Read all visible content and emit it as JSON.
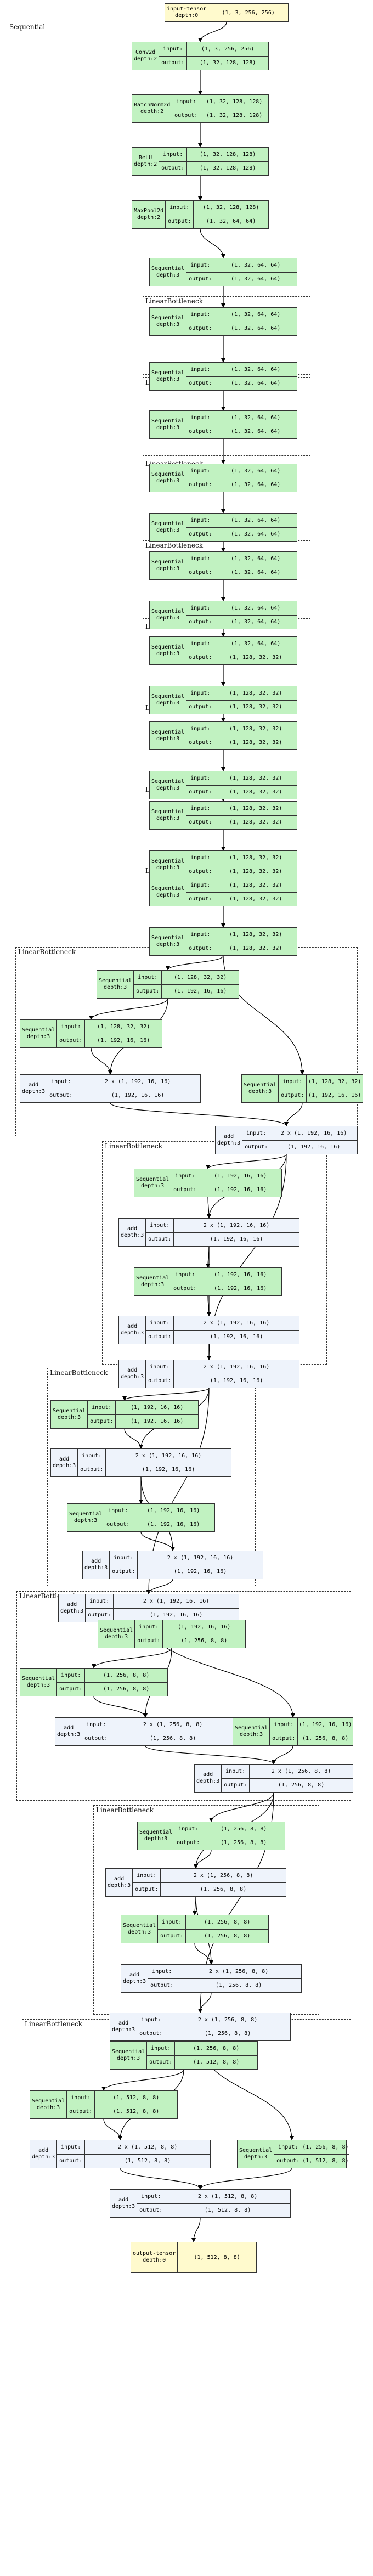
{
  "labels": {
    "input_lbl": "input:",
    "output_lbl": "output:",
    "depth_prefix": "depth:",
    "depth_line": ""
  },
  "clusters": [
    {
      "id": "c0",
      "label": "Sequential"
    },
    {
      "id": "c1",
      "label": "LinearBottleneck"
    },
    {
      "id": "c2",
      "label": "LinearBottleneck"
    },
    {
      "id": "c3",
      "label": "LinearBottleneck"
    },
    {
      "id": "c4",
      "label": "LinearBottleneck"
    },
    {
      "id": "c5",
      "label": "LinearBottleneck"
    },
    {
      "id": "c6",
      "label": "LinearBottleneck"
    },
    {
      "id": "c7",
      "label": "LinearBottleneck"
    },
    {
      "id": "c8",
      "label": "LinearBottleneck"
    },
    {
      "id": "c9",
      "label": "LinearBottleneck"
    },
    {
      "id": "c10",
      "label": "LinearBottleneck"
    },
    {
      "id": "c11",
      "label": "LinearBottleneck"
    },
    {
      "id": "c12",
      "label": "LinearBottleneck"
    },
    {
      "id": "c13",
      "label": "LinearBottleneck"
    },
    {
      "id": "c14",
      "label": "LinearBottleneck"
    }
  ],
  "nodes": [
    {
      "id": "in",
      "kind": "tensor",
      "name": "input-tensor",
      "depth": "depth:0",
      "value": "(1, 3, 256, 256)"
    },
    {
      "id": "n1",
      "kind": "mod",
      "name": "Conv2d",
      "depth": "depth:2",
      "input": "(1, 3, 256, 256)",
      "output": "(1, 32, 128, 128)"
    },
    {
      "id": "n2",
      "kind": "mod",
      "name": "BatchNorm2d",
      "depth": "depth:2",
      "input": "(1, 32, 128, 128)",
      "output": "(1, 32, 128, 128)"
    },
    {
      "id": "n3",
      "kind": "mod",
      "name": "ReLU",
      "depth": "depth:2",
      "input": "(1, 32, 128, 128)",
      "output": "(1, 32, 128, 128)"
    },
    {
      "id": "n4",
      "kind": "mod",
      "name": "MaxPool2d",
      "depth": "depth:2",
      "input": "(1, 32, 128, 128)",
      "output": "(1, 32, 64, 64)"
    },
    {
      "id": "n5",
      "kind": "mod",
      "name": "Sequential",
      "depth": "depth:3",
      "input": "(1, 32, 64, 64)",
      "output": "(1, 32, 64, 64)"
    },
    {
      "id": "n6",
      "kind": "mod",
      "name": "Sequential",
      "depth": "depth:3",
      "input": "(1, 32, 64, 64)",
      "output": "(1, 32, 64, 64)"
    },
    {
      "id": "n7",
      "kind": "mod",
      "name": "Sequential",
      "depth": "depth:3",
      "input": "(1, 32, 64, 64)",
      "output": "(1, 32, 64, 64)"
    },
    {
      "id": "n8",
      "kind": "mod",
      "name": "Sequential",
      "depth": "depth:3",
      "input": "(1, 32, 64, 64)",
      "output": "(1, 32, 64, 64)"
    },
    {
      "id": "n9",
      "kind": "mod",
      "name": "Sequential",
      "depth": "depth:3",
      "input": "(1, 32, 64, 64)",
      "output": "(1, 32, 64, 64)"
    },
    {
      "id": "n10",
      "kind": "mod",
      "name": "Sequential",
      "depth": "depth:3",
      "input": "(1, 32, 64, 64)",
      "output": "(1, 32, 64, 64)"
    },
    {
      "id": "n11",
      "kind": "mod",
      "name": "Sequential",
      "depth": "depth:3",
      "input": "(1, 32, 64, 64)",
      "output": "(1, 32, 64, 64)"
    },
    {
      "id": "n12",
      "kind": "mod",
      "name": "Sequential",
      "depth": "depth:3",
      "input": "(1, 32, 64, 64)",
      "output": "(1, 32, 64, 64)"
    },
    {
      "id": "n13",
      "kind": "mod",
      "name": "Sequential",
      "depth": "depth:3",
      "input": "(1, 32, 64, 64)",
      "output": "(1, 128, 32, 32)"
    },
    {
      "id": "n14",
      "kind": "mod",
      "name": "Sequential",
      "depth": "depth:3",
      "input": "(1, 128, 32, 32)",
      "output": "(1, 128, 32, 32)"
    },
    {
      "id": "n15",
      "kind": "mod",
      "name": "Sequential",
      "depth": "depth:3",
      "input": "(1, 128, 32, 32)",
      "output": "(1, 128, 32, 32)"
    },
    {
      "id": "n16",
      "kind": "mod",
      "name": "Sequential",
      "depth": "depth:3",
      "input": "(1, 128, 32, 32)",
      "output": "(1, 128, 32, 32)"
    },
    {
      "id": "n17",
      "kind": "mod",
      "name": "Sequential",
      "depth": "depth:3",
      "input": "(1, 128, 32, 32)",
      "output": "(1, 128, 32, 32)"
    },
    {
      "id": "n18",
      "kind": "mod",
      "name": "Sequential",
      "depth": "depth:3",
      "input": "(1, 128, 32, 32)",
      "output": "(1, 128, 32, 32)"
    },
    {
      "id": "n19",
      "kind": "mod",
      "name": "Sequential",
      "depth": "depth:3",
      "input": "(1, 128, 32, 32)",
      "output": "(1, 128, 32, 32)"
    },
    {
      "id": "n20",
      "kind": "mod",
      "name": "Sequential",
      "depth": "depth:3",
      "input": "(1, 128, 32, 32)",
      "output": "(1, 128, 32, 32)"
    },
    {
      "id": "n21",
      "kind": "mod",
      "name": "Sequential",
      "depth": "depth:3",
      "input": "(1, 128, 32, 32)",
      "output": "(1, 192, 16, 16)"
    },
    {
      "id": "n22",
      "kind": "mod",
      "name": "Sequential",
      "depth": "depth:3",
      "input": "(1, 128, 32, 32)",
      "output": "(1, 192, 16, 16)"
    },
    {
      "id": "n23",
      "kind": "fn",
      "name": "add",
      "depth": "depth:3",
      "input": "2 x (1, 192, 16, 16)",
      "output": "(1, 192, 16, 16)"
    },
    {
      "id": "n24",
      "kind": "mod",
      "name": "Sequential",
      "depth": "depth:3",
      "input": "(1, 128, 32, 32)",
      "output": "(1, 192, 16, 16)"
    },
    {
      "id": "n25",
      "kind": "fn",
      "name": "add",
      "depth": "depth:3",
      "input": "2 x (1, 192, 16, 16)",
      "output": "(1, 192, 16, 16)"
    },
    {
      "id": "n26",
      "kind": "mod",
      "name": "Sequential",
      "depth": "depth:3",
      "input": "(1, 192, 16, 16)",
      "output": "(1, 192, 16, 16)"
    },
    {
      "id": "n27",
      "kind": "fn",
      "name": "add",
      "depth": "depth:3",
      "input": "2 x (1, 192, 16, 16)",
      "output": "(1, 192, 16, 16)"
    },
    {
      "id": "n28",
      "kind": "mod",
      "name": "Sequential",
      "depth": "depth:3",
      "input": "(1, 192, 16, 16)",
      "output": "(1, 192, 16, 16)"
    },
    {
      "id": "n29",
      "kind": "fn",
      "name": "add",
      "depth": "depth:3",
      "input": "2 x (1, 192, 16, 16)",
      "output": "(1, 192, 16, 16)"
    },
    {
      "id": "n30",
      "kind": "fn",
      "name": "add",
      "depth": "depth:3",
      "input": "2 x (1, 192, 16, 16)",
      "output": "(1, 192, 16, 16)"
    },
    {
      "id": "n31",
      "kind": "mod",
      "name": "Sequential",
      "depth": "depth:3",
      "input": "(1, 192, 16, 16)",
      "output": "(1, 192, 16, 16)"
    },
    {
      "id": "n32",
      "kind": "fn",
      "name": "add",
      "depth": "depth:3",
      "input": "2 x (1, 192, 16, 16)",
      "output": "(1, 192, 16, 16)"
    },
    {
      "id": "n33",
      "kind": "mod",
      "name": "Sequential",
      "depth": "depth:3",
      "input": "(1, 192, 16, 16)",
      "output": "(1, 192, 16, 16)"
    },
    {
      "id": "n34",
      "kind": "fn",
      "name": "add",
      "depth": "depth:3",
      "input": "2 x (1, 192, 16, 16)",
      "output": "(1, 192, 16, 16)"
    },
    {
      "id": "n35",
      "kind": "fn",
      "name": "add",
      "depth": "depth:3",
      "input": "2 x (1, 192, 16, 16)",
      "output": "(1, 192, 16, 16)"
    },
    {
      "id": "n36",
      "kind": "mod",
      "name": "Sequential",
      "depth": "depth:3",
      "input": "(1, 192, 16, 16)",
      "output": "(1, 256, 8, 8)"
    },
    {
      "id": "n37",
      "kind": "mod",
      "name": "Sequential",
      "depth": "depth:3",
      "input": "(1, 256, 8, 8)",
      "output": "(1, 256, 8, 8)"
    },
    {
      "id": "n38",
      "kind": "fn",
      "name": "add",
      "depth": "depth:3",
      "input": "2 x (1, 256, 8, 8)",
      "output": "(1, 256, 8, 8)"
    },
    {
      "id": "n39",
      "kind": "mod",
      "name": "Sequential",
      "depth": "depth:3",
      "input": "(1, 192, 16, 16)",
      "output": "(1, 256, 8, 8)"
    },
    {
      "id": "n40",
      "kind": "fn",
      "name": "add",
      "depth": "depth:3",
      "input": "2 x (1, 256, 8, 8)",
      "output": "(1, 256, 8, 8)"
    },
    {
      "id": "n41",
      "kind": "mod",
      "name": "Sequential",
      "depth": "depth:3",
      "input": "(1, 256, 8, 8)",
      "output": "(1, 256, 8, 8)"
    },
    {
      "id": "n42",
      "kind": "fn",
      "name": "add",
      "depth": "depth:3",
      "input": "2 x (1, 256, 8, 8)",
      "output": "(1, 256, 8, 8)"
    },
    {
      "id": "n43",
      "kind": "mod",
      "name": "Sequential",
      "depth": "depth:3",
      "input": "(1, 256, 8, 8)",
      "output": "(1, 256, 8, 8)"
    },
    {
      "id": "n44",
      "kind": "fn",
      "name": "add",
      "depth": "depth:3",
      "input": "2 x (1, 256, 8, 8)",
      "output": "(1, 256, 8, 8)"
    },
    {
      "id": "n45",
      "kind": "fn",
      "name": "add",
      "depth": "depth:3",
      "input": "2 x (1, 256, 8, 8)",
      "output": "(1, 256, 8, 8)"
    },
    {
      "id": "n46",
      "kind": "mod",
      "name": "Sequential",
      "depth": "depth:3",
      "input": "(1, 256, 8, 8)",
      "output": "(1, 512, 8, 8)"
    },
    {
      "id": "n47",
      "kind": "mod",
      "name": "Sequential",
      "depth": "depth:3",
      "input": "(1, 512, 8, 8)",
      "output": "(1, 512, 8, 8)"
    },
    {
      "id": "n48",
      "kind": "fn",
      "name": "add",
      "depth": "depth:3",
      "input": "2 x (1, 512, 8, 8)",
      "output": "(1, 512, 8, 8)"
    },
    {
      "id": "n49",
      "kind": "mod",
      "name": "Sequential",
      "depth": "depth:3",
      "input": "(1, 256, 8, 8)",
      "output": "(1, 512, 8, 8)"
    },
    {
      "id": "n50",
      "kind": "fn",
      "name": "add",
      "depth": "depth:3",
      "input": "2 x (1, 512, 8, 8)",
      "output": "(1, 512, 8, 8)"
    },
    {
      "id": "out",
      "kind": "tensor",
      "name": "output-tensor",
      "depth": "depth:0",
      "value": "(1, 512, 8, 8)"
    }
  ],
  "edges": [
    [
      "in",
      "n1"
    ],
    [
      "n1",
      "n2"
    ],
    [
      "n2",
      "n3"
    ],
    [
      "n3",
      "n4"
    ],
    [
      "n4",
      "n5"
    ],
    [
      "n5",
      "n6"
    ],
    [
      "n6",
      "n7"
    ],
    [
      "n7",
      "n8"
    ],
    [
      "n8",
      "n9"
    ],
    [
      "n9",
      "n10"
    ],
    [
      "n10",
      "n11"
    ],
    [
      "n11",
      "n12"
    ],
    [
      "n12",
      "n13"
    ],
    [
      "n13",
      "n14"
    ],
    [
      "n14",
      "n15"
    ],
    [
      "n15",
      "n16"
    ],
    [
      "n16",
      "n17"
    ],
    [
      "n17",
      "n18"
    ],
    [
      "n18",
      "n19"
    ],
    [
      "n19",
      "n20"
    ],
    [
      "n20",
      "n21"
    ],
    [
      "n20",
      "n24"
    ],
    [
      "n21",
      "n22"
    ],
    [
      "n21",
      "n23"
    ],
    [
      "n22",
      "n23"
    ],
    [
      "n23",
      "n25"
    ],
    [
      "n24",
      "n25"
    ],
    [
      "n25",
      "n26"
    ],
    [
      "n25",
      "n27"
    ],
    [
      "n25",
      "n30"
    ],
    [
      "n26",
      "n27"
    ],
    [
      "n27",
      "n28"
    ],
    [
      "n27",
      "n29"
    ],
    [
      "n28",
      "n29"
    ],
    [
      "n29",
      "n30"
    ],
    [
      "n30",
      "n31"
    ],
    [
      "n30",
      "n32"
    ],
    [
      "n30",
      "n35"
    ],
    [
      "n31",
      "n32"
    ],
    [
      "n32",
      "n33"
    ],
    [
      "n32",
      "n34"
    ],
    [
      "n33",
      "n34"
    ],
    [
      "n34",
      "n35"
    ],
    [
      "n35",
      "n36"
    ],
    [
      "n35",
      "n39"
    ],
    [
      "n36",
      "n37"
    ],
    [
      "n36",
      "n38"
    ],
    [
      "n37",
      "n38"
    ],
    [
      "n38",
      "n40"
    ],
    [
      "n39",
      "n40"
    ],
    [
      "n40",
      "n41"
    ],
    [
      "n40",
      "n42"
    ],
    [
      "n40",
      "n45"
    ],
    [
      "n41",
      "n42"
    ],
    [
      "n42",
      "n43"
    ],
    [
      "n42",
      "n44"
    ],
    [
      "n43",
      "n44"
    ],
    [
      "n44",
      "n45"
    ],
    [
      "n45",
      "n46"
    ],
    [
      "n45",
      "n49"
    ],
    [
      "n46",
      "n47"
    ],
    [
      "n46",
      "n48"
    ],
    [
      "n47",
      "n48"
    ],
    [
      "n48",
      "n50"
    ],
    [
      "n49",
      "n50"
    ],
    [
      "n50",
      "out"
    ]
  ]
}
